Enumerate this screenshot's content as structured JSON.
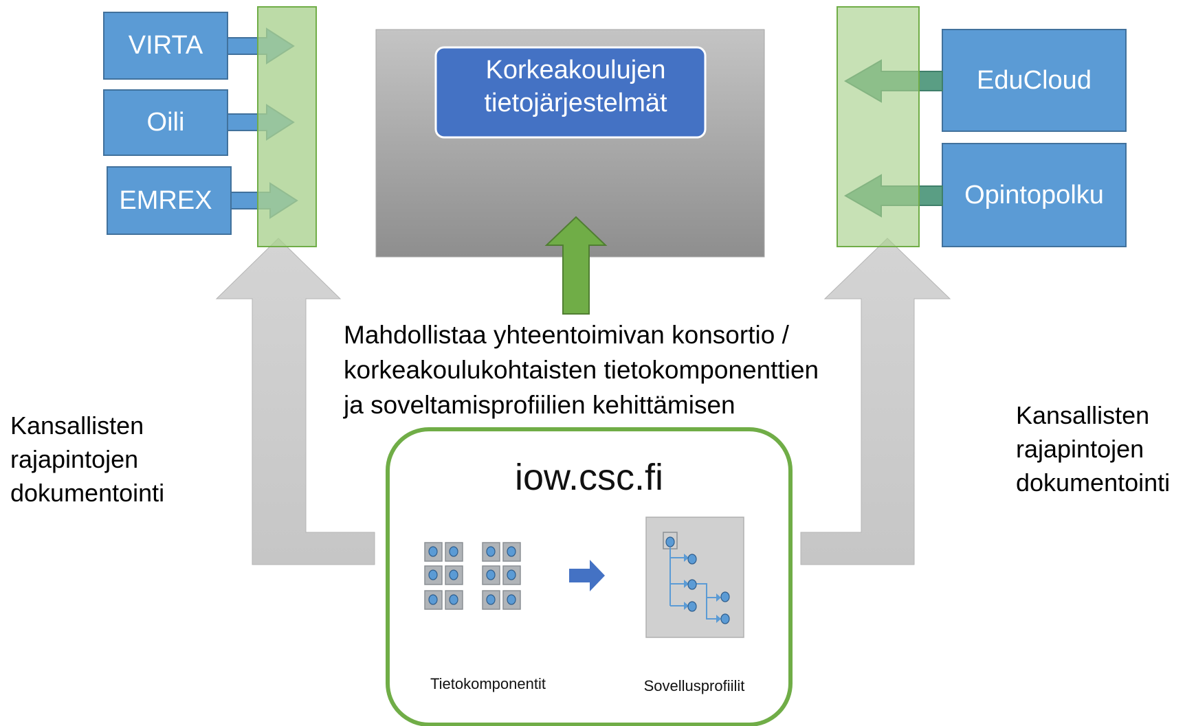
{
  "left_sources": [
    "VIRTA",
    "Oili",
    "EMREX"
  ],
  "right_sources": [
    "EduCloud",
    "Opintopolku"
  ],
  "center_box": {
    "title_line1": "Korkeakoulujen",
    "title_line2": "tietojärjestelmät"
  },
  "enables_text": {
    "line1": "Mahdollistaa yhteentoimivan konsortio /",
    "line2": "korkeakoulukohtaisten tietokomponenttien",
    "line3": "ja soveltamisprofiilien kehittämisen"
  },
  "left_caption": {
    "line1": "Kansallisten",
    "line2": "rajapintojen",
    "line3": "dokumentointi"
  },
  "right_caption": {
    "line1": "Kansallisten",
    "line2": "rajapintojen",
    "line3": "dokumentointi"
  },
  "iow": {
    "title": "iow.csc.fi",
    "components_label": "Tietokomponentit",
    "profiles_label": "Sovellusprofiilit"
  },
  "colors": {
    "blue_box": "#5b9bd5",
    "blue_dark": "#4472c4",
    "green_panel": "#b9d99e",
    "green_border": "#70ad47",
    "teal_arrow": "#5a9e84",
    "grey_arrow": "#d0d0d0"
  }
}
